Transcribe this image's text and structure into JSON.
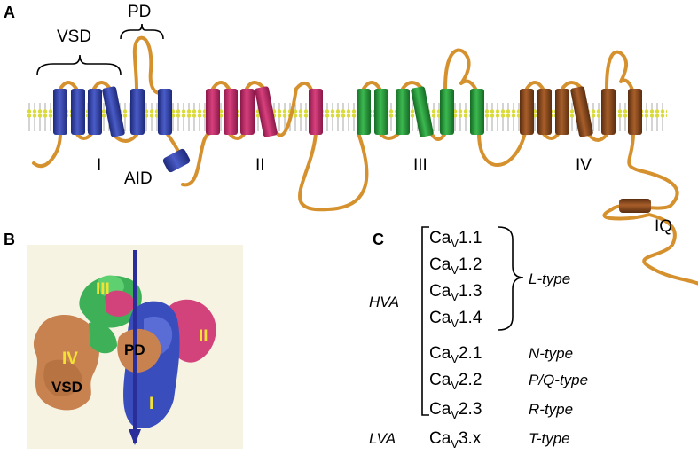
{
  "panels": {
    "a": "A",
    "b": "B",
    "c": "C"
  },
  "panel_a": {
    "vsd_label": "VSD",
    "pd_label": "PD",
    "aid_label": "AID",
    "iq_label": "IQ",
    "domain_labels": [
      "I",
      "II",
      "III",
      "IV"
    ]
  },
  "panel_b": {
    "labels": {
      "d1": "I",
      "d2": "II",
      "d3": "III",
      "d4": "IV",
      "pd": "PD",
      "vsd": "VSD"
    }
  },
  "panel_c": {
    "hva_label": "HVA",
    "lva_label": "LVA",
    "channels": [
      {
        "prefix": "Ca",
        "sub": "V",
        "suffix": "1.1",
        "type": ""
      },
      {
        "prefix": "Ca",
        "sub": "V",
        "suffix": "1.2",
        "type": ""
      },
      {
        "prefix": "Ca",
        "sub": "V",
        "suffix": "1.3",
        "type": ""
      },
      {
        "prefix": "Ca",
        "sub": "V",
        "suffix": "1.4",
        "type": ""
      },
      {
        "prefix": "Ca",
        "sub": "V",
        "suffix": "2.1",
        "type": "N-type"
      },
      {
        "prefix": "Ca",
        "sub": "V",
        "suffix": "2.2",
        "type": "P/Q-type"
      },
      {
        "prefix": "Ca",
        "sub": "V",
        "suffix": "2.3",
        "type": "R-type"
      },
      {
        "prefix": "Ca",
        "sub": "V",
        "suffix": "3.x",
        "type": "T-type"
      }
    ],
    "l_type_label": "L-type"
  },
  "colors": {
    "domain1": "#3a48a8",
    "domain2": "#c02a6a",
    "domain3": "#2a9a3c",
    "domain4": "#8a4a1e",
    "loop": "#d6912f",
    "membrane": "#b8b8b8",
    "membrane_head": "#dddd44",
    "label_yellow": "#f2e234"
  }
}
